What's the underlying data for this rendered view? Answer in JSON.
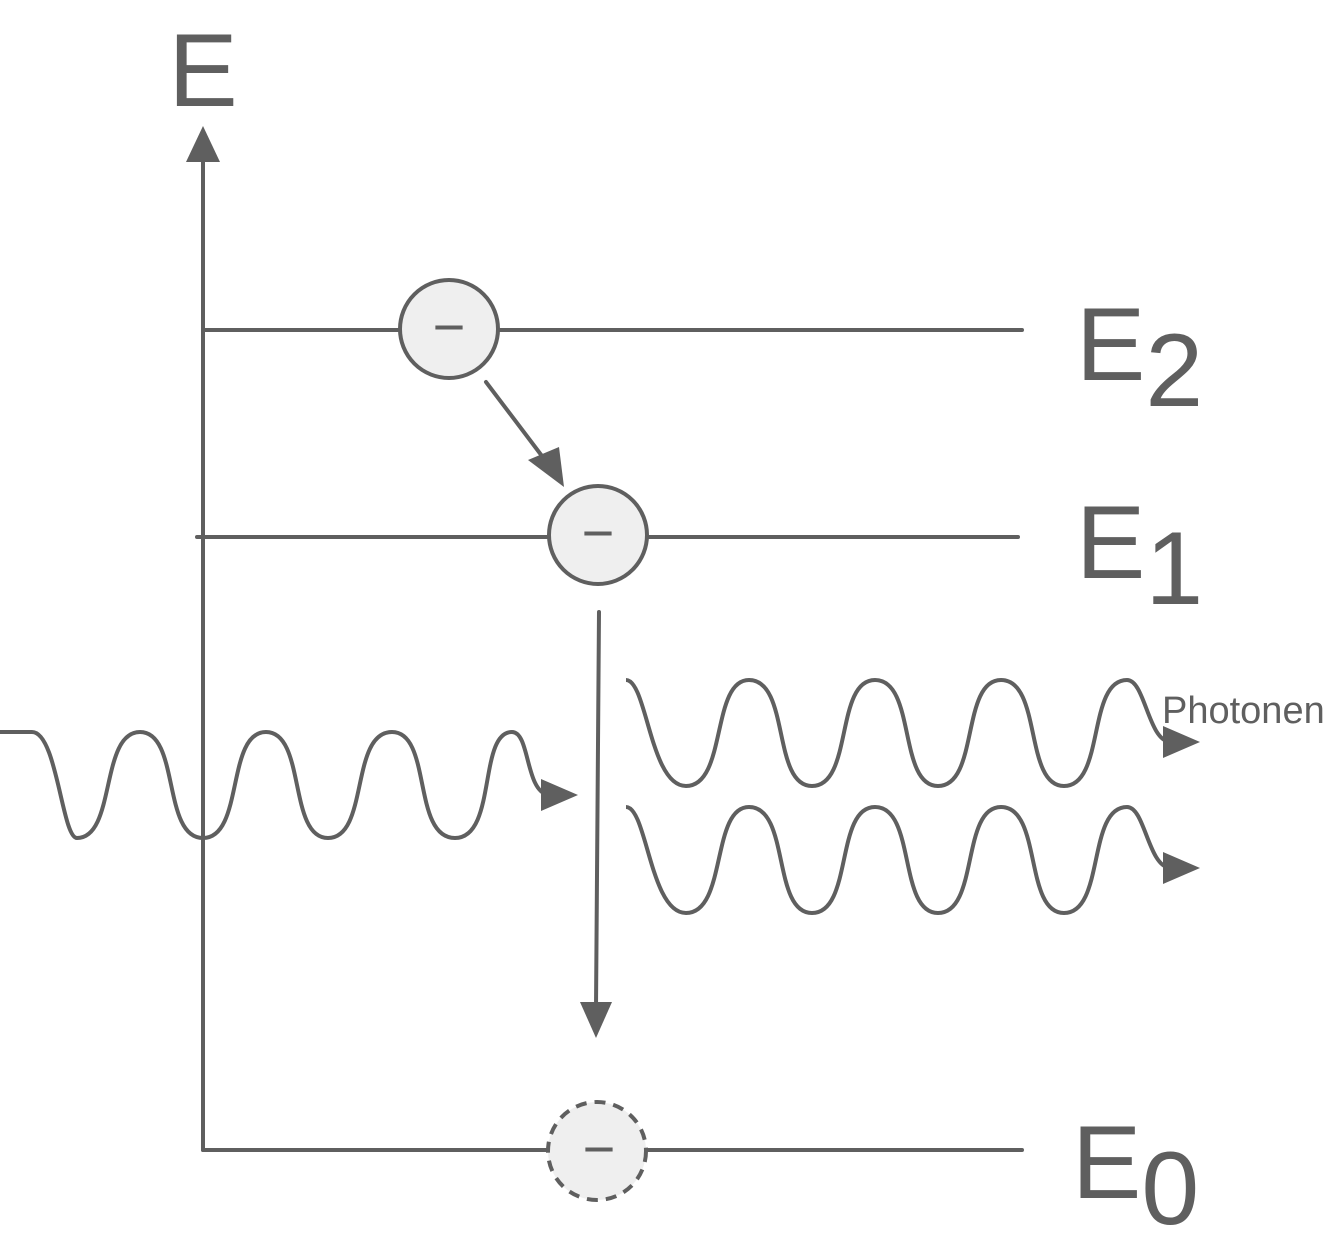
{
  "axis": {
    "label": "E"
  },
  "levels": [
    {
      "main": "E",
      "sub": "2"
    },
    {
      "main": "E",
      "sub": "1"
    },
    {
      "main": "E",
      "sub": "0"
    }
  ],
  "electron_symbol": "−",
  "photon_label": "Photonen",
  "colors": {
    "ink": "#5f5f5f",
    "electron_fill": "#efefef"
  }
}
